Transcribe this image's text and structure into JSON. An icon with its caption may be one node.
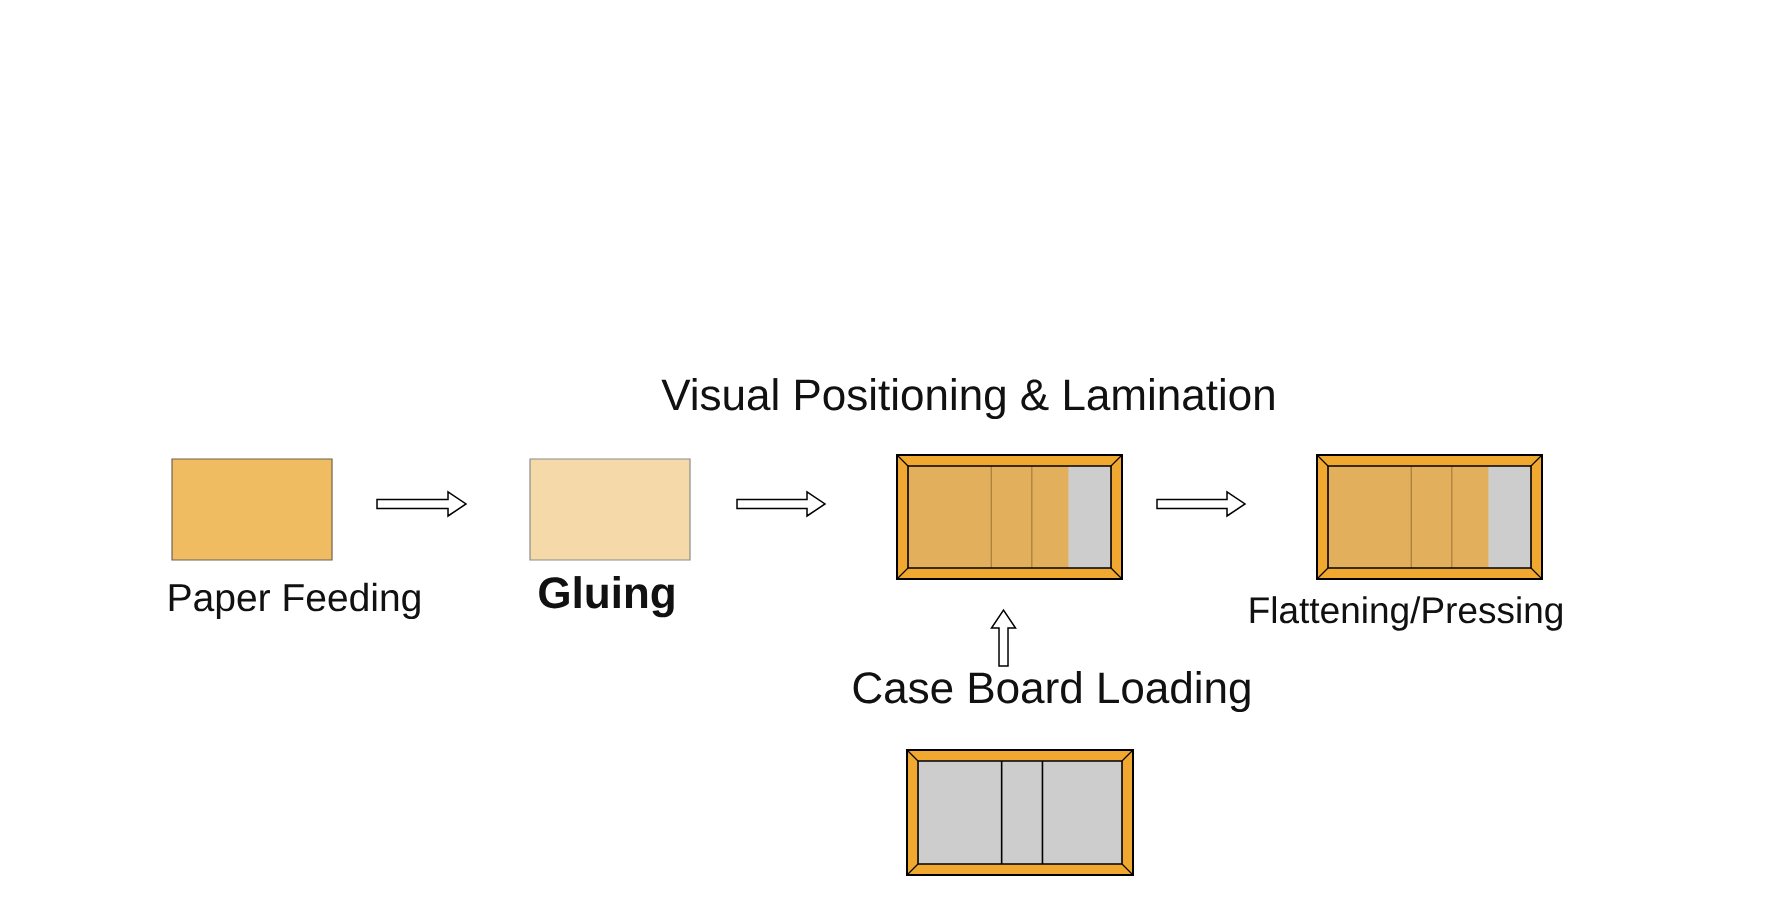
{
  "diagram": {
    "nodes": [
      {
        "text": [
          "Paper Feeding"
        ]
      },
      {
        "text": [
          "Gluing"
        ]
      },
      {
        "text": [
          "Visual Positioning & Lamination"
        ]
      },
      {
        "text": [
          "Flattening/Pressing"
        ]
      },
      {
        "text": [
          "Case Board Loading"
        ]
      }
    ],
    "edges": [
      {
        "from": 0,
        "to": 1,
        "arrow": "to"
      },
      {
        "from": 1,
        "to": 2,
        "arrow": "to"
      },
      {
        "from": 2,
        "to": 3,
        "arrow": "to"
      },
      {
        "from": 4,
        "to": 2,
        "arrow": "to"
      }
    ]
  }
}
